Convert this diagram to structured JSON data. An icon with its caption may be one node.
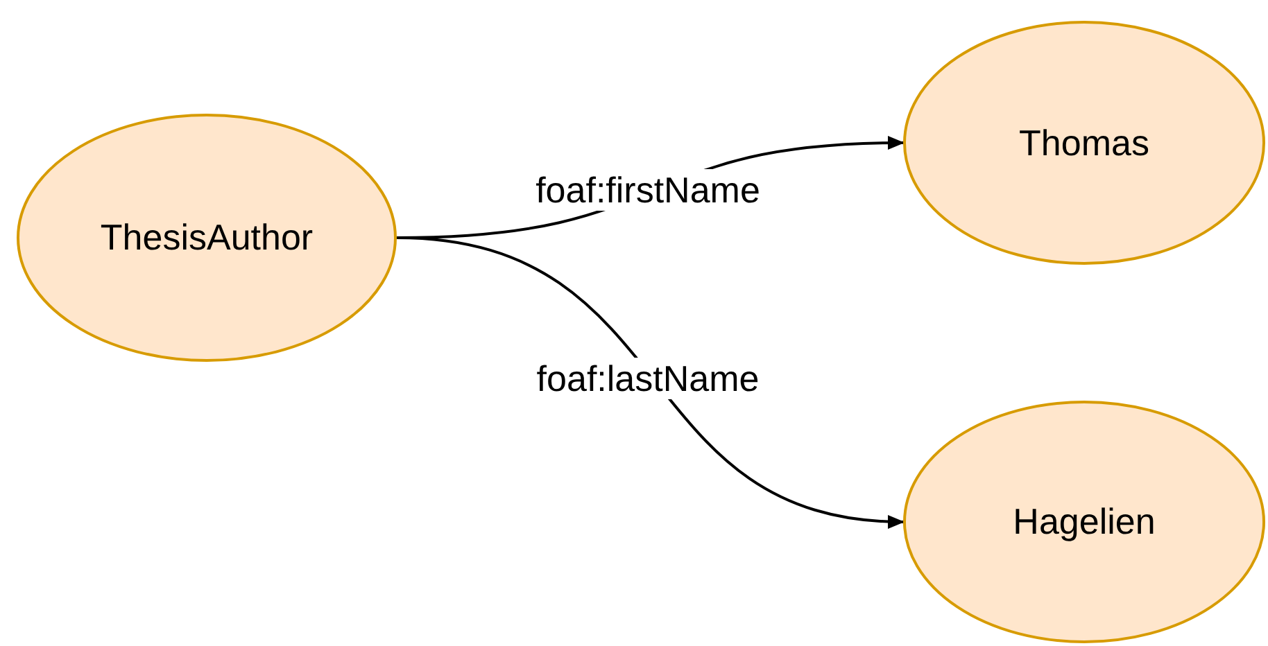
{
  "diagram": {
    "nodes": [
      {
        "text": [
          "ThesisAuthor"
        ]
      },
      {
        "text": [
          "Thomas"
        ]
      },
      {
        "text": [
          "Hagelien"
        ]
      }
    ],
    "edges": [
      {
        "from": 0,
        "to": 1,
        "arrow": "to",
        "label": "foaf:firstName"
      },
      {
        "from": 0,
        "to": 2,
        "arrow": "to",
        "label": "foaf:lastName"
      }
    ]
  }
}
